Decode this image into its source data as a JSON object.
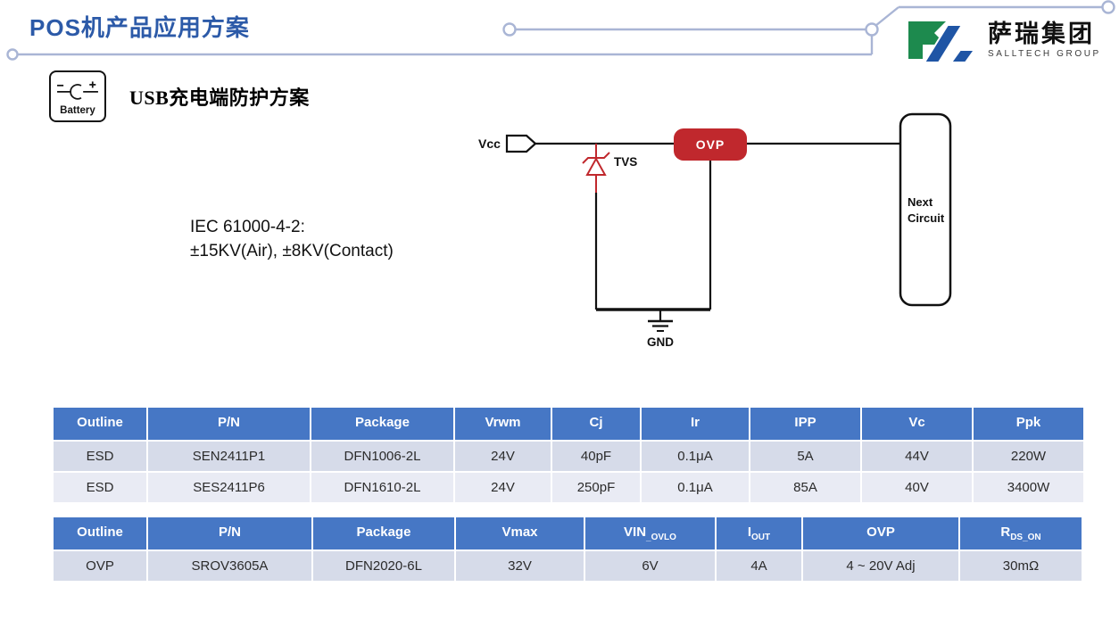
{
  "slide": {
    "title": "POS机产品应用方案",
    "logo": {
      "cn": "萨瑞集团",
      "en": "SALLTECH GROUP"
    },
    "battery_label": "Battery",
    "heading": "USB充电端防护方案",
    "iec": {
      "line1": "IEC 61000-4-2:",
      "line2": "±15KV(Air), ±8KV(Contact)"
    }
  },
  "circuit": {
    "vcc": "Vcc",
    "tvs": "TVS",
    "ovp": "OVP",
    "gnd": "GND",
    "next_line1": "Next",
    "next_line2": "Circuit"
  },
  "colors": {
    "title_blue": "#2c5aa8",
    "trace_blue": "#a9b5d5",
    "schematic_red": "#c0282d",
    "table_header_blue": "#4677c5",
    "row_dark": "#d6dbe9",
    "row_light": "#e9ebf4",
    "logo_green": "#1d8a4e",
    "logo_blue": "#1f55a5"
  },
  "tables": [
    {
      "headers": [
        {
          "t": "Outline",
          "s": ""
        },
        {
          "t": "P/N",
          "s": ""
        },
        {
          "t": "Package",
          "s": ""
        },
        {
          "t": "Vrwm",
          "s": ""
        },
        {
          "t": "Cj",
          "s": ""
        },
        {
          "t": "Ir",
          "s": ""
        },
        {
          "t": "IPP",
          "s": ""
        },
        {
          "t": "Vc",
          "s": ""
        },
        {
          "t": "Ppk",
          "s": ""
        }
      ],
      "rows": [
        [
          "ESD",
          "SEN2411P1",
          "DFN1006-2L",
          "24V",
          "40pF",
          "0.1μA",
          "5A",
          "44V",
          "220W"
        ],
        [
          "ESD",
          "SES2411P6",
          "DFN1610-2L",
          "24V",
          "250pF",
          "0.1μA",
          "85A",
          "40V",
          "3400W"
        ]
      ]
    },
    {
      "headers": [
        {
          "t": "Outline",
          "s": ""
        },
        {
          "t": "P/N",
          "s": ""
        },
        {
          "t": "Package",
          "s": ""
        },
        {
          "t": "Vmax",
          "s": ""
        },
        {
          "t": "VIN",
          "s": "_OVLO"
        },
        {
          "t": "I",
          "s": "OUT"
        },
        {
          "t": "OVP",
          "s": ""
        },
        {
          "t": "R",
          "s": "DS_ON"
        }
      ],
      "rows": [
        [
          "OVP",
          "SROV3605A",
          "DFN2020-6L",
          "32V",
          "6V",
          "4A",
          "4 ~ 20V Adj",
          "30mΩ"
        ]
      ]
    }
  ]
}
